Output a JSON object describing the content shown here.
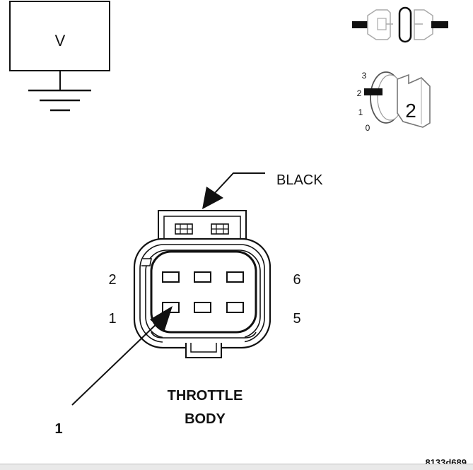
{
  "meter": {
    "label": "V"
  },
  "switch_scale": {
    "marks": [
      "3",
      "2",
      "1",
      "0"
    ],
    "position": "2"
  },
  "connector": {
    "color_label": "BLACK",
    "pin_labels": {
      "top_left": "2",
      "bottom_left": "1",
      "top_right": "6",
      "bottom_right": "5"
    },
    "title_line1": "THROTTLE",
    "title_line2": "BODY"
  },
  "callout": {
    "number": "1"
  },
  "figure_id": "8133d689"
}
